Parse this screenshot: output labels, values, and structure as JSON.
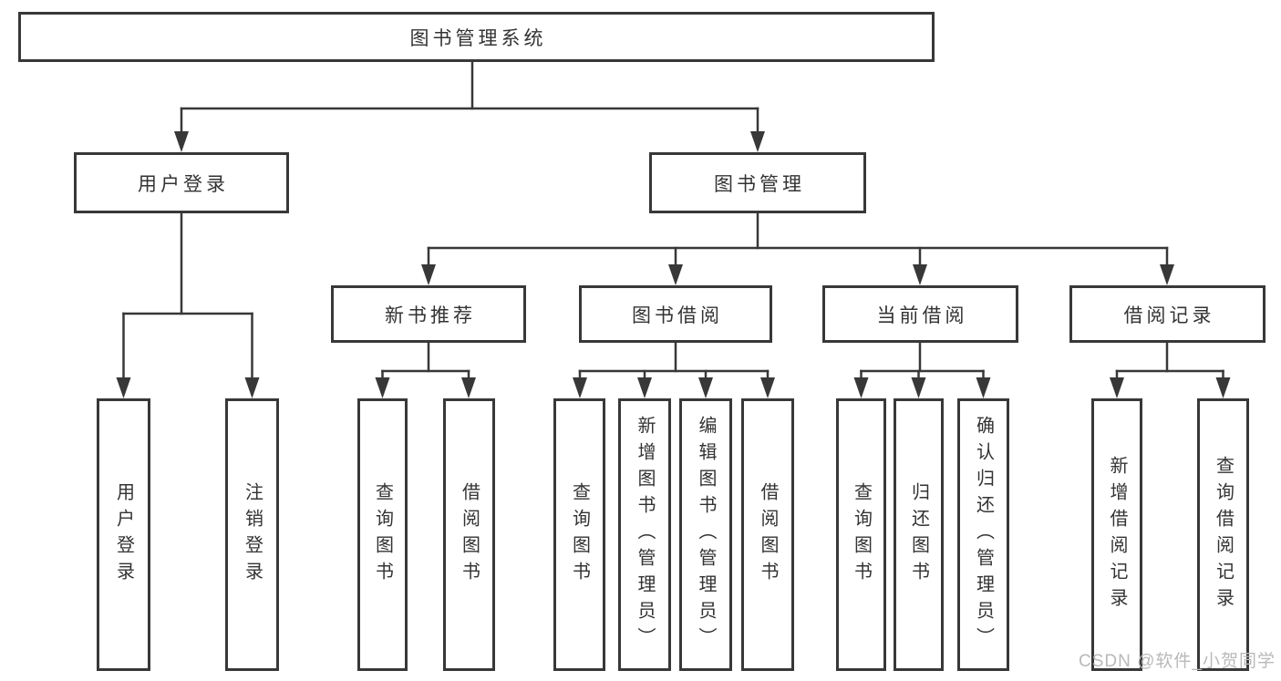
{
  "diagram": {
    "root": "图书管理系统",
    "level1": [
      "用户登录",
      "图书管理"
    ],
    "level2": [
      "新书推荐",
      "图书借阅",
      "当前借阅",
      "借阅记录"
    ],
    "leaves": {
      "user_login": [
        "用户登录",
        "注销登录"
      ],
      "new_book_recommend": [
        "查询图书",
        "借阅图书"
      ],
      "book_borrow": [
        "查询图书",
        "新增图书（管理员）",
        "编辑图书（管理员）",
        "借阅图书"
      ],
      "current_borrow": [
        "查询图书",
        "归还图书",
        "确认归还（管理员）"
      ],
      "borrow_record": [
        "新增借阅记录",
        "查询借阅记录"
      ]
    }
  },
  "watermark": "CSDN @软件_小贺同学",
  "colors": {
    "line": "#383838",
    "box_border": "#383838",
    "text": "#333333",
    "watermark": "#b9b9b9",
    "background": "#ffffff"
  }
}
